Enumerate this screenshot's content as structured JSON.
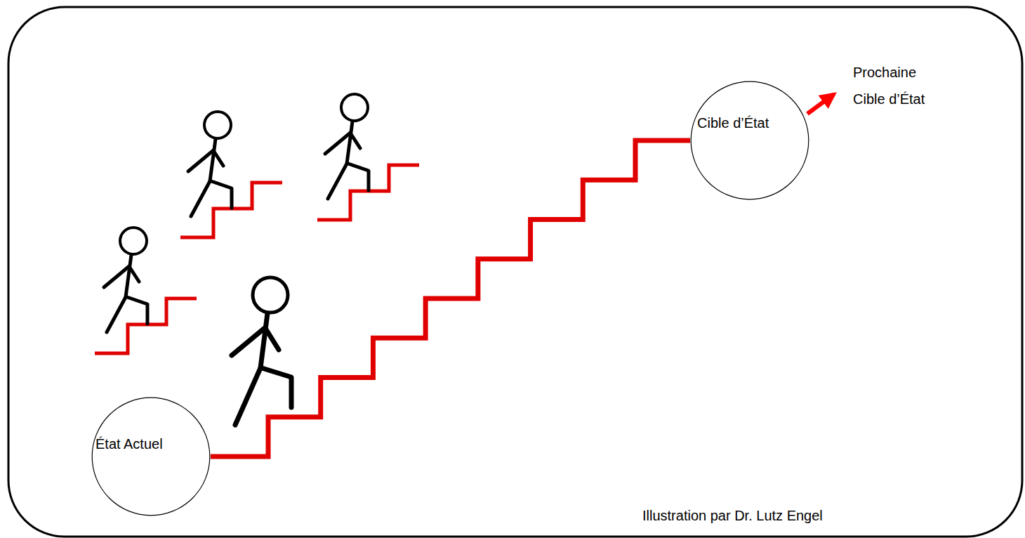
{
  "diagram": {
    "nodes": [
      {
        "text": [
          "État Actuel"
        ]
      },
      {
        "text": [
          "Cible d’État"
        ]
      }
    ],
    "edges": [
      {
        "from": 0,
        "to": 1,
        "arrow": "none"
      }
    ],
    "labels": [
      "Prochaine Cible d’État",
      "Illustration par Dr. Lutz Engel"
    ]
  }
}
